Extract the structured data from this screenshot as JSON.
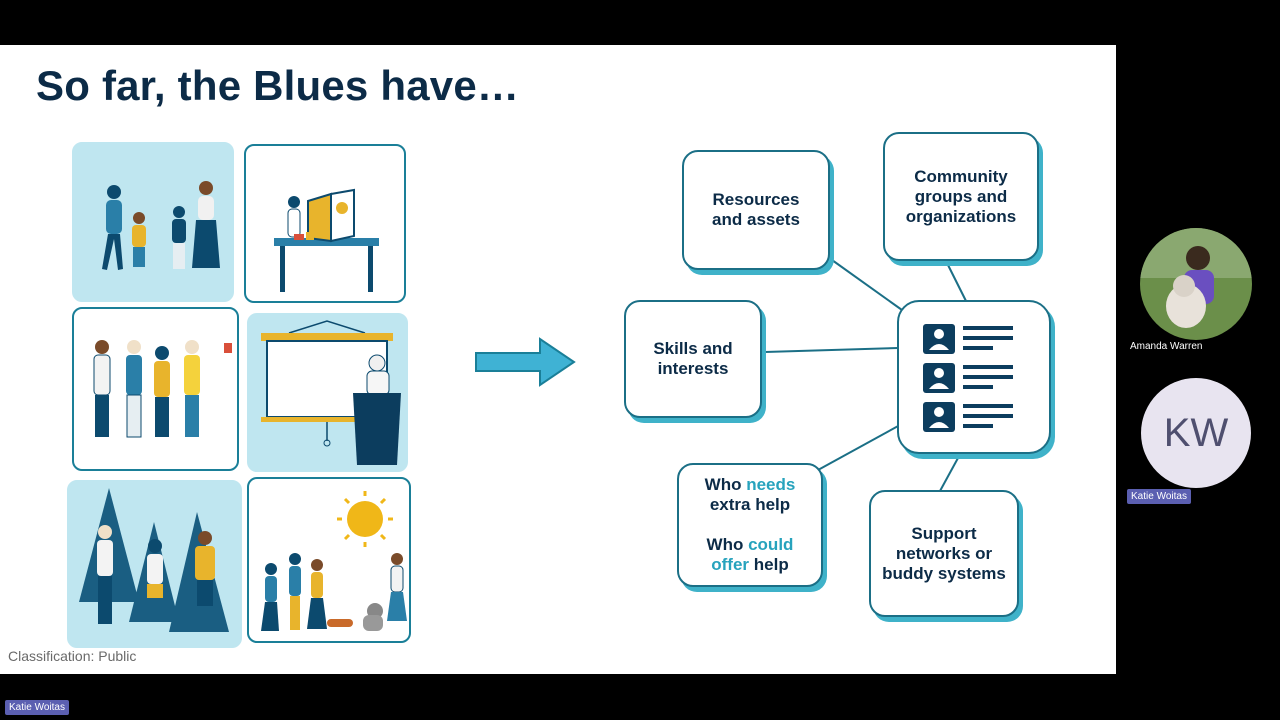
{
  "slide": {
    "title": "So far, the Blues have…",
    "classification": "Classification: Public",
    "diagram": {
      "resources": "Resources and assets",
      "community": [
        "Community",
        "groups and",
        "organizations"
      ],
      "skills": [
        "Skills and",
        "interests"
      ],
      "who_needs": {
        "pre": "Who ",
        "accent": "needs",
        "line2": "extra help"
      },
      "who_could": {
        "pre": "Who ",
        "accent": "could",
        "accent2": "offer",
        "post": " help"
      },
      "support": [
        "Support",
        "networks or",
        "buddy systems"
      ]
    },
    "tiles": [
      {
        "name": "family-walking-image"
      },
      {
        "name": "info-booth-image"
      },
      {
        "name": "group-of-people-image"
      },
      {
        "name": "presentation-image"
      },
      {
        "name": "hikers-forest-image"
      },
      {
        "name": "sunny-walk-image"
      }
    ]
  },
  "participants": [
    {
      "name": "Amanda Warren",
      "initials": ""
    },
    {
      "name": "Katie Woitas",
      "initials": "KW"
    }
  ],
  "bottom_tag": "Katie Woitas",
  "colors": {
    "navy": "#0c2b47",
    "teal": "#27a3bd",
    "shadow": "#3fb2c9",
    "tag": "#5b5fb1"
  }
}
